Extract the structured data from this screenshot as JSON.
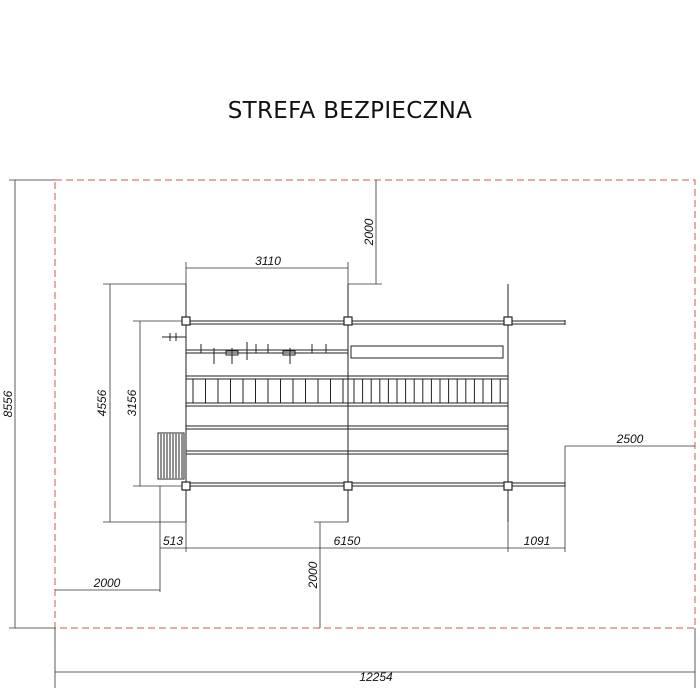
{
  "title": "STREFA BEZPIECZNA",
  "colors": {
    "safety_zone": "#d9534f",
    "lines": "#222222"
  },
  "dimensions": {
    "total_height": "8556",
    "total_width": "12254",
    "frame_depth": "4556",
    "inner_depth": "3156",
    "span_top": "3110",
    "margin_top": "2000",
    "margin_right": "2500",
    "margin_left": "2000",
    "margin_bottom": "2000",
    "left_overhang": "513",
    "main_length": "6150",
    "right_overhang": "1091"
  }
}
